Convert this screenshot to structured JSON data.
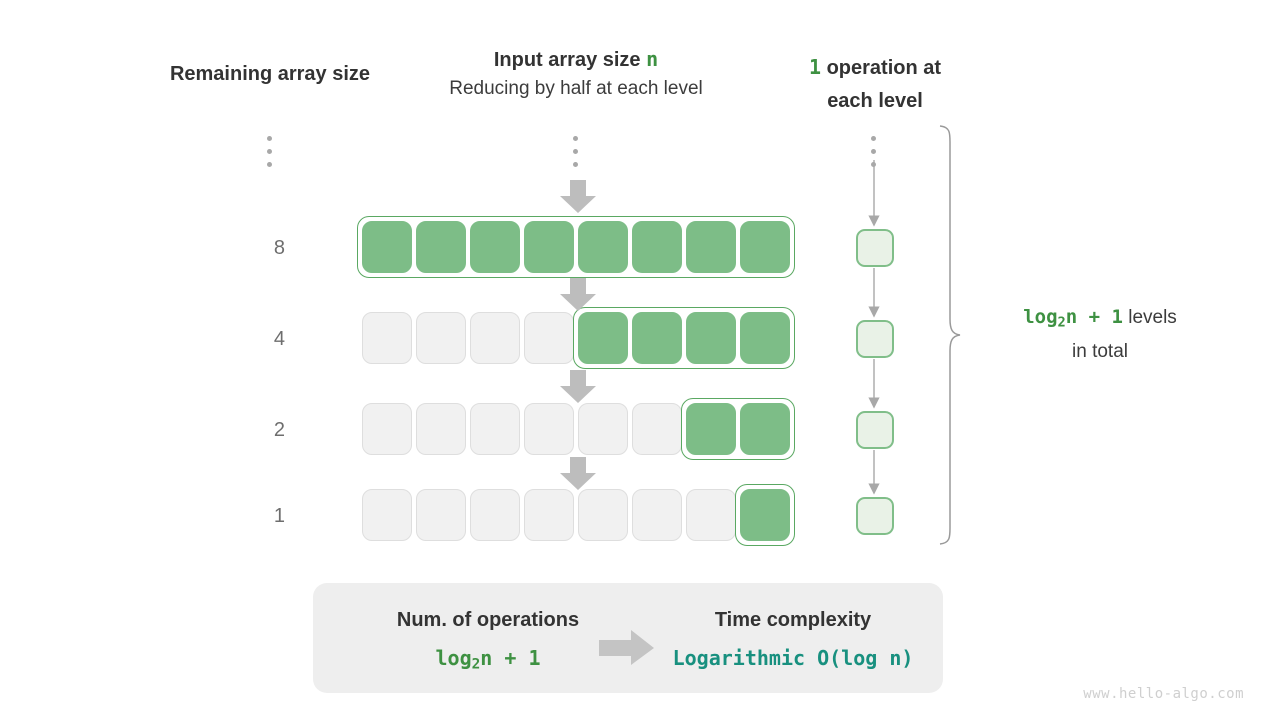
{
  "headers": {
    "left": "Remaining array size",
    "middle_title_prefix": "Input array size ",
    "middle_title_var": "n",
    "middle_subtitle": "Reducing by half at each level",
    "right_count": "1",
    "right_line1": " operation at",
    "right_line2": "each level"
  },
  "rows": [
    {
      "label": "8",
      "total_cells": 8,
      "filled": 8,
      "filled_start": 0
    },
    {
      "label": "4",
      "total_cells": 8,
      "filled": 4,
      "filled_start": 4
    },
    {
      "label": "2",
      "total_cells": 8,
      "filled": 2,
      "filled_start": 6
    },
    {
      "label": "1",
      "total_cells": 8,
      "filled": 1,
      "filled_start": 7
    }
  ],
  "brace_text": {
    "formula_pre": "log",
    "formula_sub": "2",
    "formula_post": "n + 1",
    "suffix": "  levels",
    "line2": "in total"
  },
  "summary": {
    "left_title": "Num. of operations",
    "left_value_pre": "log",
    "left_value_sub": "2",
    "left_value_post": "n + 1",
    "right_title": "Time complexity",
    "right_value": "Logarithmic  O(log n)"
  },
  "watermark": "www.hello-algo.com",
  "colors": {
    "green_fill": "#7dbd87",
    "green_border": "#5aa862",
    "green_text": "#3e9142",
    "teal_text": "#18907f",
    "empty_fill": "#f1f1f1",
    "empty_border": "#dedede",
    "op_fill": "#e9f2e7",
    "arrow_gray": "#bdbdbd",
    "panel_gray": "#eeeeee",
    "label_gray": "#6e6e6e"
  },
  "chart_data": {
    "type": "diagram",
    "title": "Logarithmic time complexity — halving the array at each level",
    "levels": [
      {
        "remaining_array_size": 8,
        "operations_at_level": 1
      },
      {
        "remaining_array_size": 4,
        "operations_at_level": 1
      },
      {
        "remaining_array_size": 2,
        "operations_at_level": 1
      },
      {
        "remaining_array_size": 1,
        "operations_at_level": 1
      }
    ],
    "total_levels": "log2(n) + 1",
    "total_operations": "log2(n) + 1",
    "complexity": "O(log n)"
  }
}
